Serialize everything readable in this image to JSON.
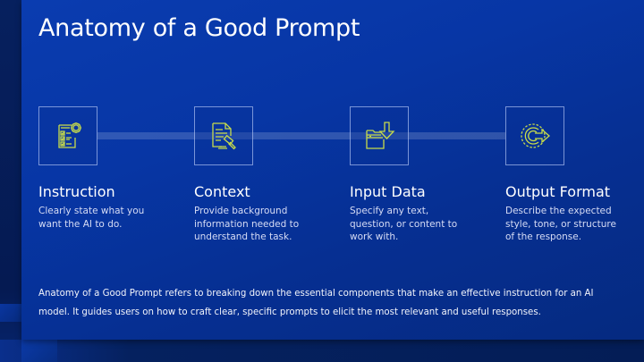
{
  "slide": {
    "title": "Anatomy of a Good Prompt",
    "accent_color": "#c8dc4a",
    "background_color": "#0736a5",
    "steps": [
      {
        "title": "Instruction",
        "description": "Clearly state what you\nwant the AI to do.",
        "icon": "checklist-gear-icon"
      },
      {
        "title": "Context",
        "description": "Provide background\ninformation needed to\nunderstand the task.",
        "icon": "document-gavel-icon"
      },
      {
        "title": "Input Data",
        "description": " Specify any text,\nquestion, or content to\nwork with.",
        "icon": "folder-download-icon"
      },
      {
        "title": "Output Format",
        "description": "Describe the expected\nstyle, tone, or structure\nof the response.",
        "icon": "gear-arrow-output-icon"
      }
    ],
    "summary": "Anatomy of a Good Prompt refers to breaking down the essential components that make an effective instruction for an AI model. It guides users on how to craft clear, specific prompts to elicit the most relevant and useful responses."
  }
}
